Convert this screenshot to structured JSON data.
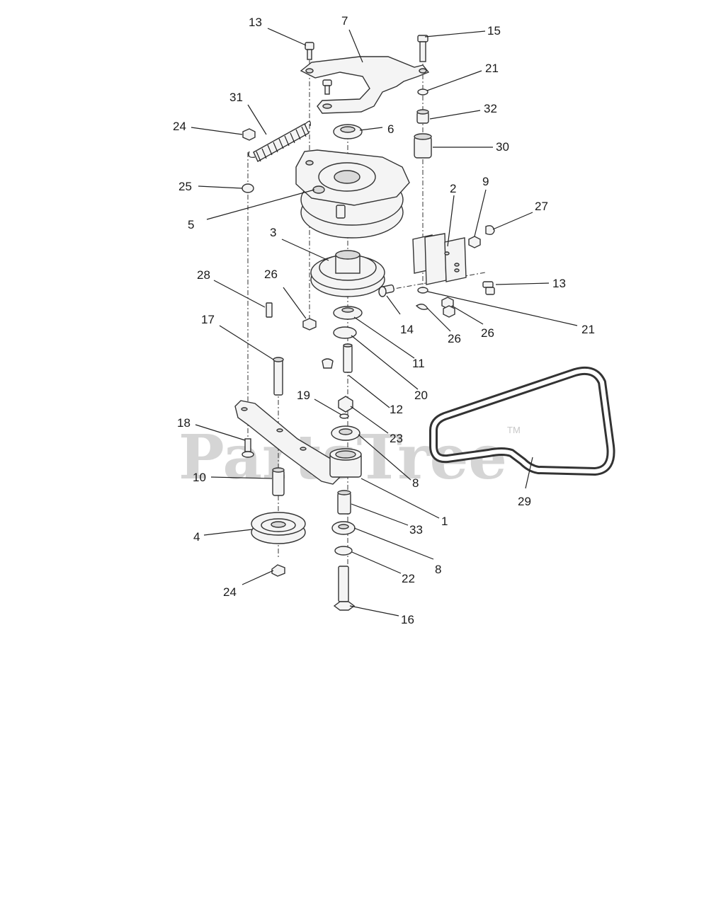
{
  "watermark": {
    "text": "PartsTree",
    "tm": "TM"
  },
  "callouts": [
    {
      "id": "c13a",
      "text": "13"
    },
    {
      "id": "c7",
      "text": "7"
    },
    {
      "id": "c15",
      "text": "15"
    },
    {
      "id": "c21a",
      "text": "21"
    },
    {
      "id": "c32",
      "text": "32"
    },
    {
      "id": "c31",
      "text": "31"
    },
    {
      "id": "c6",
      "text": "6"
    },
    {
      "id": "c24a",
      "text": "24"
    },
    {
      "id": "c30",
      "text": "30"
    },
    {
      "id": "c25",
      "text": "25"
    },
    {
      "id": "c2",
      "text": "2"
    },
    {
      "id": "c9",
      "text": "9"
    },
    {
      "id": "c27",
      "text": "27"
    },
    {
      "id": "c5",
      "text": "5"
    },
    {
      "id": "c3",
      "text": "3"
    },
    {
      "id": "c28",
      "text": "28"
    },
    {
      "id": "c26a",
      "text": "26"
    },
    {
      "id": "c13b",
      "text": "13"
    },
    {
      "id": "c17",
      "text": "17"
    },
    {
      "id": "c14",
      "text": "14"
    },
    {
      "id": "c26b",
      "text": "26"
    },
    {
      "id": "c26c",
      "text": "26"
    },
    {
      "id": "c21b",
      "text": "21"
    },
    {
      "id": "c11",
      "text": "11"
    },
    {
      "id": "c20",
      "text": "20"
    },
    {
      "id": "c12",
      "text": "12"
    },
    {
      "id": "c19",
      "text": "19"
    },
    {
      "id": "c23",
      "text": "23"
    },
    {
      "id": "c18",
      "text": "18"
    },
    {
      "id": "c8a",
      "text": "8"
    },
    {
      "id": "c10",
      "text": "10"
    },
    {
      "id": "c1",
      "text": "1"
    },
    {
      "id": "c29",
      "text": "29"
    },
    {
      "id": "c33",
      "text": "33"
    },
    {
      "id": "c4",
      "text": "4"
    },
    {
      "id": "c8b",
      "text": "8"
    },
    {
      "id": "c22",
      "text": "22"
    },
    {
      "id": "c24b",
      "text": "24"
    },
    {
      "id": "c16",
      "text": "16"
    }
  ]
}
